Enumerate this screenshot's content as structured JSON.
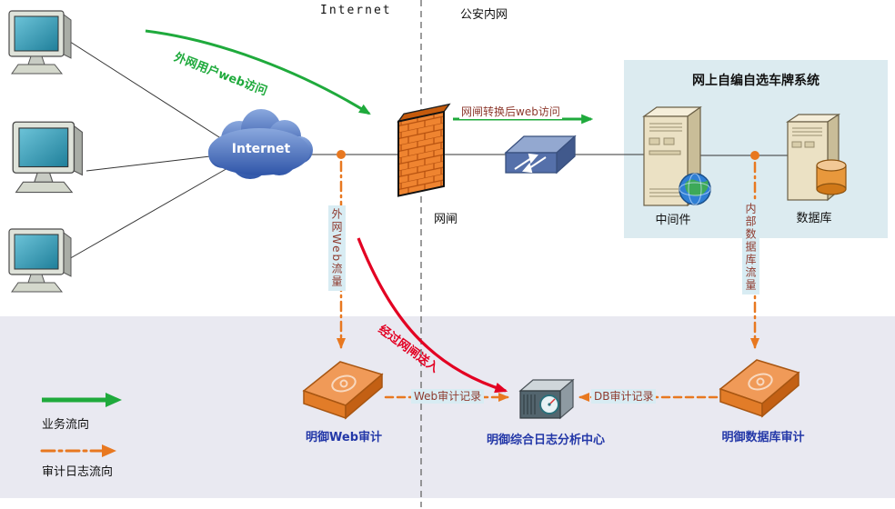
{
  "header": {
    "internet_zone": "Internet",
    "intranet_zone": "公安内网"
  },
  "system_box": {
    "title": "网上自编自选车牌系统",
    "middleware_label": "中间件",
    "database_label": "数据库"
  },
  "nodes": {
    "cloud_label": "Internet",
    "firewall_label": "网闸",
    "web_audit_label": "明御Web审计",
    "log_center_label": "明御综合日志分析中心",
    "db_audit_label": "明御数据库审计"
  },
  "flows": {
    "external_user_web_access": "外网用户web访问",
    "converted_web_access": "网闸转换后web访问",
    "external_web_traffic": "外网Web流量",
    "internal_db_traffic": "内部数据库流量",
    "through_gateway": "经过网闸送入",
    "web_audit_record": "Web审计记录",
    "db_audit_record": "DB审计记录"
  },
  "legend": {
    "business_flow": "业务流向",
    "audit_log_flow": "审计日志流向"
  },
  "colors": {
    "business_green": "#1faa3c",
    "audit_orange": "#e87820",
    "alert_red": "#e30022",
    "system_box_bg": "#dcebf0",
    "bottom_zone_bg": "#e9e9f1",
    "chip_bg": "#d8ecf3",
    "chip_text": "#8e3a2e",
    "device_label_blue": "#2438a8"
  }
}
